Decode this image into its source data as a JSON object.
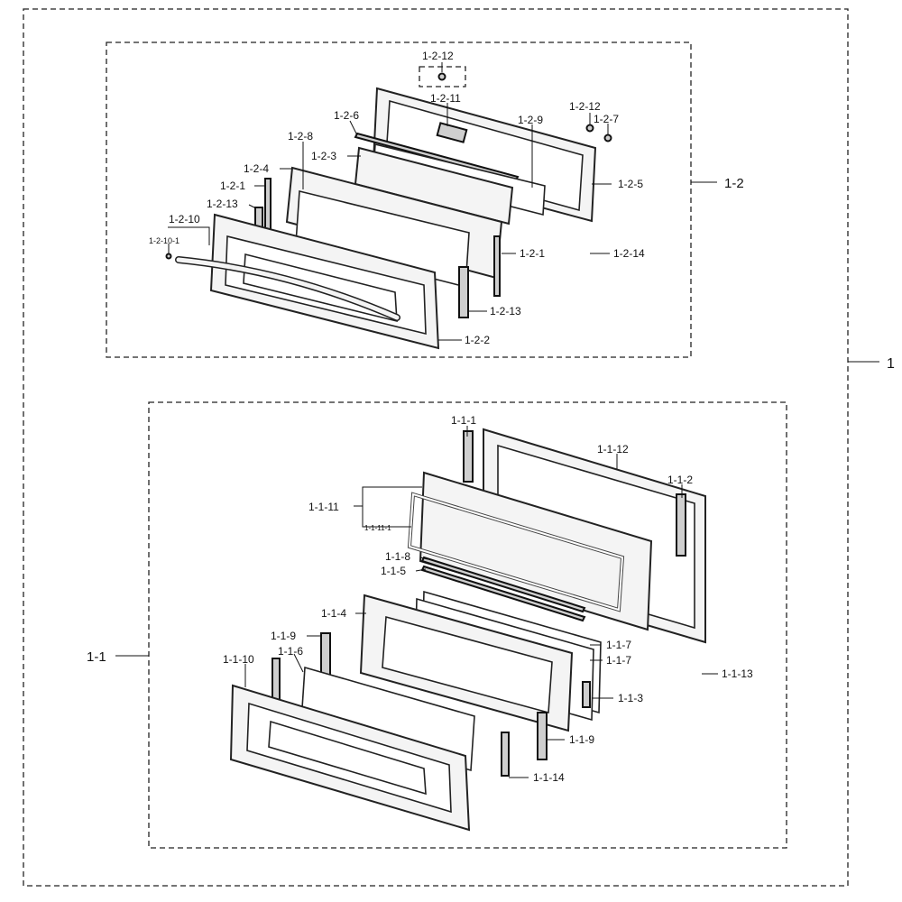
{
  "assembly": {
    "label": "1",
    "subassemblies": [
      {
        "id": "upper",
        "label": "1-2"
      },
      {
        "id": "lower",
        "label": "1-1"
      }
    ]
  },
  "callouts": {
    "upper": {
      "c1_2_12_top": "1-2-12",
      "c1_2_11": "1-2-11",
      "c1_2_12_right": "1-2-12",
      "c1_2_7": "1-2-7",
      "c1_2_6": "1-2-6",
      "c1_2_9": "1-2-9",
      "c1_2_8": "1-2-8",
      "c1_2_3": "1-2-3",
      "c1_2_4": "1-2-4",
      "c1_2_5": "1-2-5",
      "c1_2_1_left": "1-2-1",
      "c1_2_13_left": "1-2-13",
      "c1_2_10": "1-2-10",
      "c1_2_10_1": "1-2-10-1",
      "c1_2_1_right": "1-2-1",
      "c1_2_14": "1-2-14",
      "c1_2_13_right": "1-2-13",
      "c1_2_2": "1-2-2"
    },
    "lower": {
      "c1_1_1": "1-1-1",
      "c1_1_12": "1-1-12",
      "c1_1_2": "1-1-2",
      "c1_1_11": "1-1-11",
      "c1_1_11_1": "1-1-11-1",
      "c1_1_8": "1-1-8",
      "c1_1_5": "1-1-5",
      "c1_1_4": "1-1-4",
      "c1_1_9_left": "1-1-9",
      "c1_1_6": "1-1-6",
      "c1_1_10": "1-1-10",
      "c1_1_7_a": "1-1-7",
      "c1_1_7_b": "1-1-7",
      "c1_1_13": "1-1-13",
      "c1_1_3": "1-1-3",
      "c1_1_9_right": "1-1-9",
      "c1_1_14": "1-1-14"
    }
  }
}
